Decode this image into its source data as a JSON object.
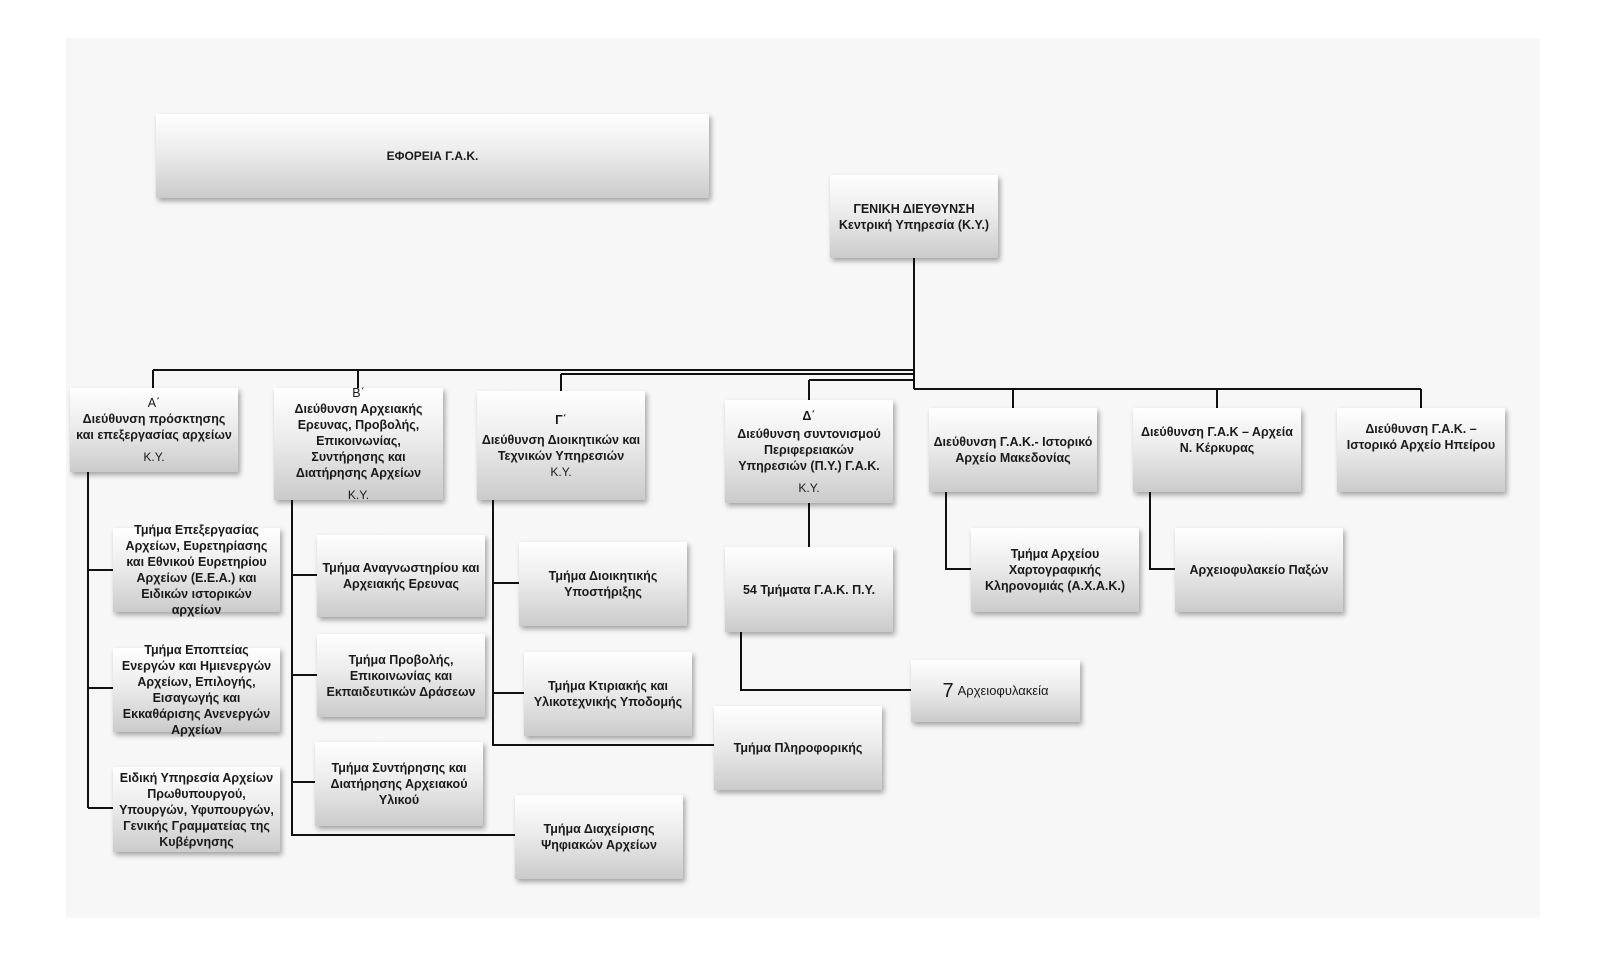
{
  "ephoreia": {
    "title": "ΕΦΟΡΕΙΑ Γ.Α.Κ."
  },
  "general": {
    "title": "ΓΕΝΙΚΗ ΔΙΕΥΘΥΝΣΗ",
    "subtitle": "Κεντρική Υπηρεσία (Κ.Υ.)"
  },
  "dir_a": {
    "letter": "Α΄",
    "title": "Διεύθυνση πρόσκτησης και επεξεργασίας αρχείων",
    "tag": "Κ.Υ."
  },
  "dir_b": {
    "letter": "Β΄",
    "title": "Διεύθυνση Αρχειακής Ερευνας, Προβολής, Επικοινωνίας, Συντήρησης και Διατήρησης Αρχείων",
    "tag": "Κ.Υ."
  },
  "dir_c": {
    "letter": "Γ΄",
    "title": "Διεύθυνση Διοικητικών και Τεχνικών Υπηρεσιών",
    "tag": "Κ.Υ."
  },
  "dir_d": {
    "letter": "Δ΄",
    "title": "Διεύθυνση συντονισμού Περιφερειακών Υπηρεσιών (Π.Υ.) Γ.Α.Κ.",
    "tag": "Κ.Υ."
  },
  "dir_mac": {
    "title": "Διεύθυνση Γ.Α.Κ.- Ιστορικό Αρχείο Μακεδονίας"
  },
  "dir_ker": {
    "title": "Διεύθυνση Γ.Α.Κ – Αρχεία Ν. Κέρκυρας"
  },
  "dir_ep": {
    "title": "Διεύθυνση Γ.Α.Κ. – Ιστορικό Αρχείο Ηπείρου"
  },
  "a_units": [
    "Τμήμα Επεξεργασίας Αρχείων, Ευρετηρίασης και Εθνικού Ευρετηρίου Αρχείων (Ε.Ε.Α.) και Ειδικών ιστορικών αρχείων",
    "Τμήμα Εποπτείας Ενεργών και Ημιενεργών Αρχείων, Επιλογής, Εισαγωγής και Εκκαθάρισης Ανενεργών Αρχείων",
    "Ειδική Υπηρεσία Αρχείων Πρωθυπουργού, Υπουργών, Υφυπουργών, Γενικής Γραμματείας της Κυβέρνησης"
  ],
  "b_units": [
    "Τμήμα Αναγνωστηρίου και Αρχειακής Ερευνας",
    "Τμήμα Προβολής, Επικοινωνίας και Εκπαιδευτικών Δράσεων",
    "Τμήμα Συντήρησης και Διατήρησης Αρχειακού Υλικού",
    "Τμήμα Διαχείρισης Ψηφιακών Αρχείων"
  ],
  "c_units": [
    "Τμήμα Διοικητικής Υποστήριξης",
    "Τμήμα Κτιριακής και Υλικοτεχνικής Υποδομής",
    "Τμήμα Πληροφορικής"
  ],
  "d_units": {
    "depts": "54 Τμήματα Γ.Α.Κ. Π.Υ.",
    "archives_count": "7",
    "archives_label": "Αρχειοφυλακεία"
  },
  "mac_units": [
    "Τμήμα Αρχείου Χαρτογραφικής Κληρονομιάς (Α.Χ.Α.Κ.)"
  ],
  "ker_units": [
    "Αρχειοφυλακείο Παξών"
  ]
}
